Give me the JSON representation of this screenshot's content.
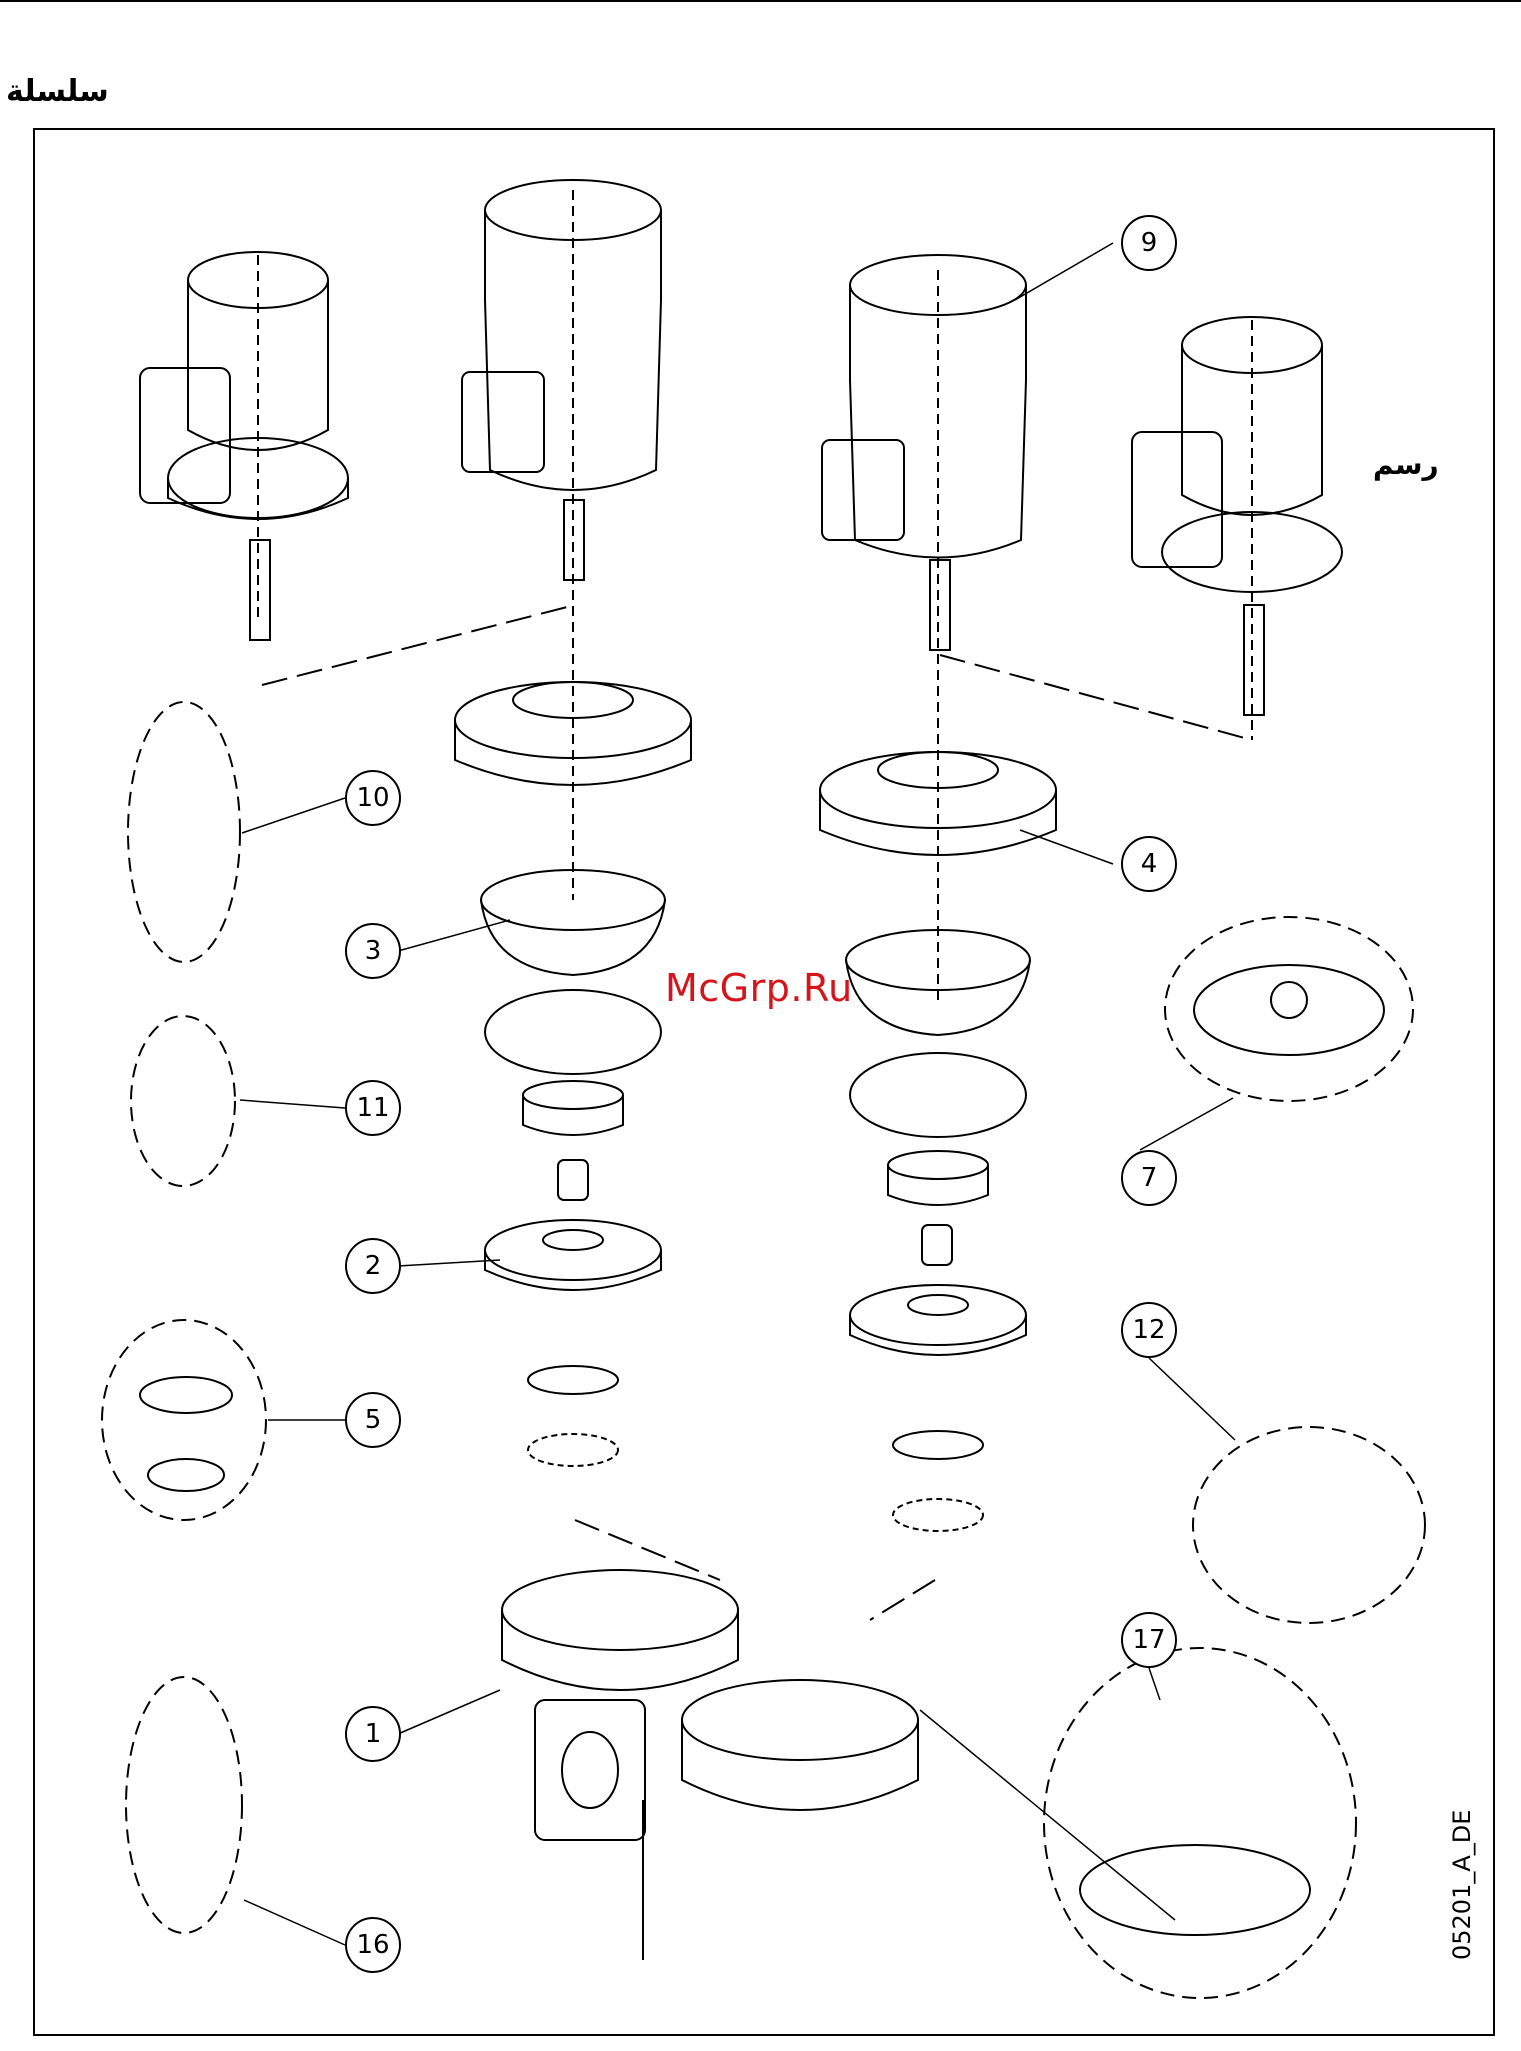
{
  "header": {
    "page_label": "سلسلة"
  },
  "side_label": "رسم",
  "watermark": "McGrp.Ru",
  "drawing_code": "05201_A_DE",
  "callouts": [
    "1",
    "2",
    "3",
    "4",
    "5",
    "7",
    "9",
    "10",
    "11",
    "12",
    "16",
    "17"
  ]
}
